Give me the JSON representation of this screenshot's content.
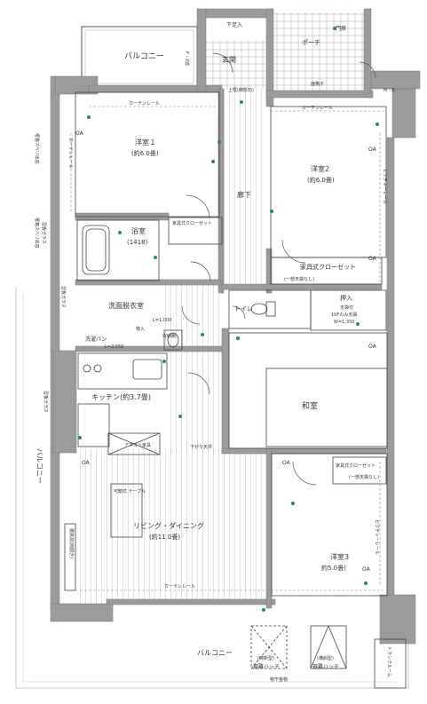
{
  "rooms": {
    "balcony_top": "バルコニー",
    "fx_window": "F・X窓",
    "entrance": "玄関",
    "shoe_storage": "下足入",
    "porch": "ポーチ",
    "gate": "門扉",
    "aluminum_rail": "面格子",
    "mb": "M・B",
    "upper_frame": "上框(御影石)",
    "western1": "洋室１",
    "western1_size": "(約6.0畳)",
    "western2": "洋室2",
    "western2_size": "(約6.0畳)",
    "hallway": "廊下",
    "bath": "浴室",
    "bath_size": "(1418)",
    "closet_small": "家具式クローゼット",
    "closet_large": "家具式クローゼット",
    "closet_large_note": "(一部天袋なし)",
    "washroom": "洗面脱衣室",
    "washer_pan": "洗濯パン",
    "storage_in": "物入",
    "shelf": "収納棚",
    "toilet": "トイレ",
    "oshiire": "押入",
    "oshiire_note1": "天袋付",
    "oshiire_note2": "10Fのみ天袋",
    "oshiire_note3": "W=1,350",
    "washitsu": "和室",
    "kitchen": "キッチン(約3.7畳)",
    "kitchen_l": "L=2,550",
    "washroom_l": "L=1,000",
    "ceiling_down": "下がり天井",
    "animal_cabinet": "アネスト家具",
    "movable_table": "可動式\nテーブル",
    "living": "リビング・ダイニング",
    "living_size": "(約11.0畳)",
    "western3": "洋室3",
    "western3_size": "約5.0畳)",
    "closet3": "家具式クローゼット",
    "closet3_note": "(一部天袋なし)",
    "balcony_left": "バルコニー",
    "balcony_bottom": "バルコニー",
    "hatch_left_note": "(時新型)",
    "hatch_left": "避難ハッチ",
    "hatch_right_note": "(横斜型)",
    "hatch_right": "避難ハッチ",
    "clothes_hanger": "物干金物",
    "trunk_room": "トランクルーム",
    "curtain_rail": "カーテンレール",
    "picture_rail": "ピクチャーレール",
    "picture_rail_note": "ピクチャーレール\n(10階迄ライン)",
    "frosted_glass": "型板ガラス",
    "sliding_frosted": "框格スベリ出窓",
    "desk_counter": "腰高窓(両開き)",
    "oa": "OA"
  }
}
